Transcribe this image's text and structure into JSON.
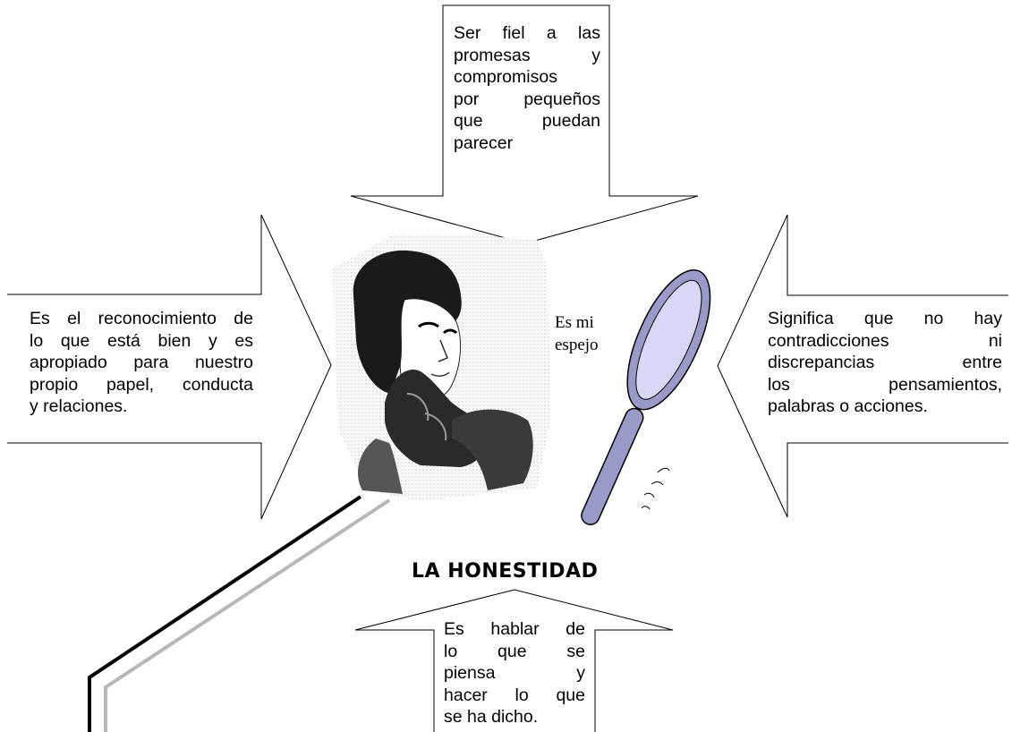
{
  "top_arrow": {
    "lines": [
      "Ser fiel a las",
      "promesas y",
      "compromisos",
      "por pequeños",
      "que puedan",
      "parecer"
    ]
  },
  "left_arrow": {
    "lines": [
      "Es el reconocimiento de",
      "lo que está bien y es",
      "apropiado para nuestro",
      "propio papel, conducta",
      "y relaciones."
    ]
  },
  "right_arrow": {
    "lines": [
      "Significa que no hay",
      "contradicciones ni",
      "discrepancias entre",
      "los pensamientos,",
      "palabras o acciones."
    ]
  },
  "bottom_arrow": {
    "lines": [
      "Es hablar de",
      "lo que se",
      "piensa y",
      "hacer lo que",
      "se ha dicho."
    ]
  },
  "center": {
    "title": "LA HONESTIDAD",
    "mirror_caption_lines": [
      "Es mi",
      "espejo"
    ]
  },
  "colors": {
    "mirror_frame": "#9a9ac8",
    "mirror_glass": "#d8d8f6",
    "stroke": "#000000",
    "shadow_line": "#b8b8b8"
  }
}
